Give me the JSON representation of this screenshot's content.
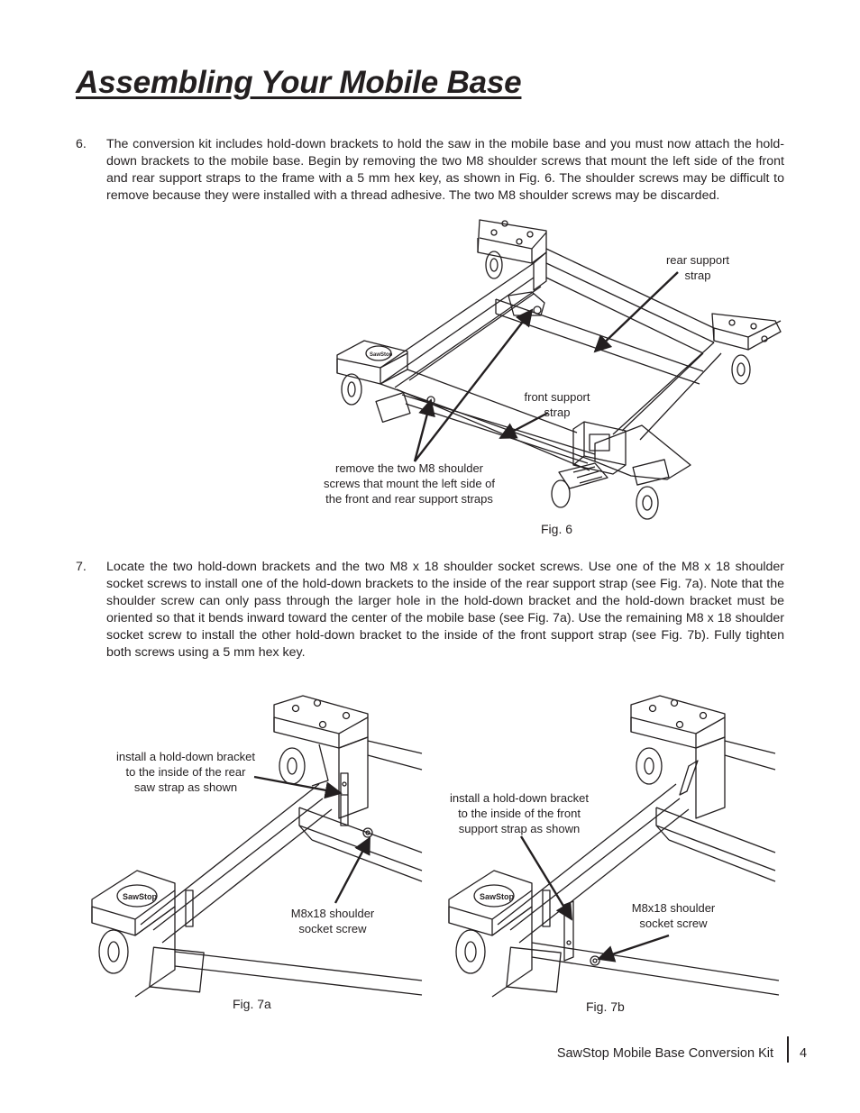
{
  "page": {
    "title": "Assembling Your Mobile Base"
  },
  "steps": [
    {
      "number": "6.",
      "text": "The conversion kit includes hold-down brackets to hold the saw in the mobile base and you must now attach the hold-down brackets to the mobile base. Begin by removing the two M8 shoulder screws that mount the left side of the front and rear support straps to the frame with a 5 mm hex key, as shown in Fig. 6. The shoulder screws may be difficult to remove because they were installed with a thread adhesive. The two M8 shoulder screws may be discarded."
    },
    {
      "number": "7.",
      "text": "Locate the two hold-down brackets and the two M8 x 18 shoulder socket screws. Use one of the M8 x 18 shoulder socket screws to install one of the hold-down brackets to the inside of the rear support strap (see Fig. 7a). Note that the shoulder screw can only pass through the larger hole in the hold-down bracket and the hold-down bracket must be oriented so that it bends inward toward the center of the mobile base (see Fig. 7a). Use the remaining M8 x 18 shoulder socket screw to install the other hold-down bracket to the inside of the front support strap (see Fig. 7b). Fully tighten both screws using a 5 mm hex key."
    }
  ],
  "figures": {
    "fig6": {
      "caption": "Fig. 6",
      "callouts": {
        "rear_strap": [
          "rear support",
          "strap"
        ],
        "front_strap": [
          "front support",
          "strap"
        ],
        "remove_screws": [
          "remove the two M8 shoulder",
          "screws that mount the left side of",
          "the front and rear support straps"
        ]
      },
      "logo_text": "SawStop"
    },
    "fig7a": {
      "caption": "Fig. 7a",
      "callouts": {
        "bracket": [
          "install a hold-down bracket",
          "to the inside of the rear",
          "saw strap as shown"
        ],
        "screw": [
          "M8x18 shoulder",
          "socket screw"
        ]
      },
      "logo_text": "SawStop"
    },
    "fig7b": {
      "caption": "Fig. 7b",
      "callouts": {
        "bracket": [
          "install a hold-down bracket",
          "to the inside of the front",
          "support strap as shown"
        ],
        "screw": [
          "M8x18 shoulder",
          "socket screw"
        ]
      },
      "logo_text": "SawStop"
    }
  },
  "footer": {
    "doc_title": "SawStop Mobile Base Conversion Kit",
    "page_number": "4"
  },
  "colors": {
    "text": "#231f20",
    "line_art": "#231f20",
    "background": "#ffffff"
  }
}
